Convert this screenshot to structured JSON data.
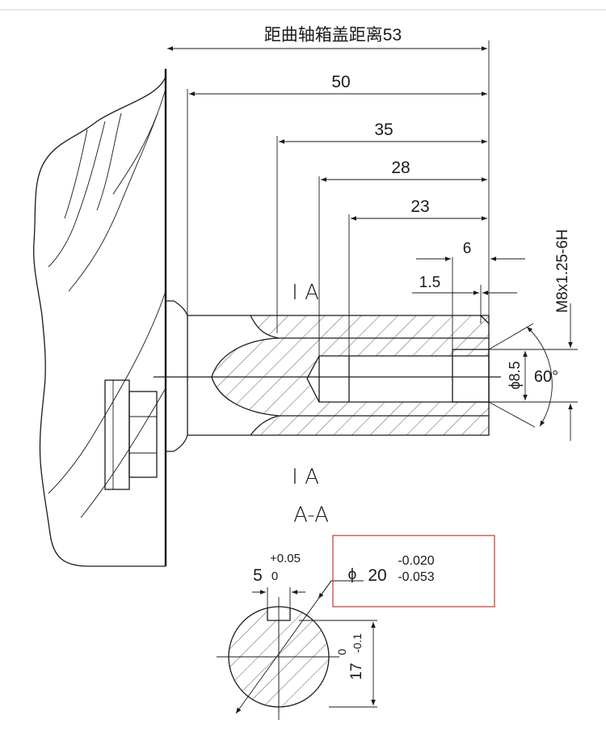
{
  "dimensions": {
    "crankcase_cover_distance": "距曲轴箱盖距离53",
    "d50": "50",
    "d35": "35",
    "d28": "28",
    "d23": "23",
    "d6": "6",
    "d1_5": "1.5",
    "thread": "M8x1.25-6H",
    "drill_dia": "ϕ8.5",
    "cone_angle": "60°"
  },
  "section_marks": {
    "top_marker": "I A",
    "bottom_marker": "I A",
    "section_title": "A-A"
  },
  "keyway": {
    "width": "5",
    "tol_upper": "+0.05",
    "tol_lower": "0",
    "depth": "17",
    "depth_tol_upper": "0",
    "depth_tol_lower": "-0.1"
  },
  "shaft_diameter": {
    "symbol": "ϕ",
    "value": "20",
    "tol_upper": "-0.020",
    "tol_lower": "-0.053",
    "highlight_color": "#c0392b"
  }
}
